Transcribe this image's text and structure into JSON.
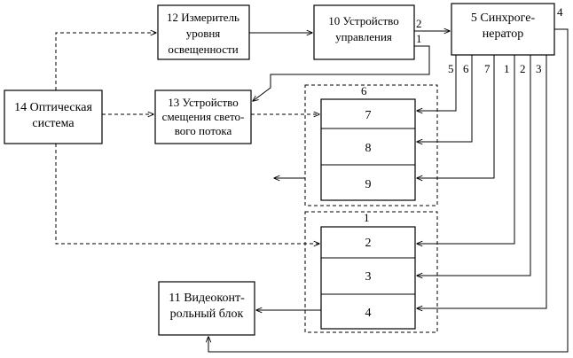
{
  "blocks": {
    "b12": [
      "12 Измеритель",
      "уровня",
      "освещенности"
    ],
    "b10": [
      "10 Устройство",
      "управления"
    ],
    "b5": [
      "5 Синхроге-",
      "нератор"
    ],
    "b14": [
      "14 Оптическая",
      "система"
    ],
    "b13": [
      "13 Устройство",
      "смещения свето-",
      "вого потока"
    ],
    "b11": [
      "11 Видеоконт-",
      "рольный блок"
    ]
  },
  "groups": {
    "g6": "6",
    "g1": "1"
  },
  "cells": {
    "c7": "7",
    "c8": "8",
    "c9": "9",
    "c2": "2",
    "c3": "3",
    "c4": "4"
  },
  "port_labels": {
    "b10_out_2": "2",
    "b10_out_1": "1",
    "b5_4": "4",
    "b5_5": "5",
    "b5_6": "6",
    "b5_7": "7",
    "b5_1": "1",
    "b5_2": "2",
    "b5_3": "3"
  }
}
